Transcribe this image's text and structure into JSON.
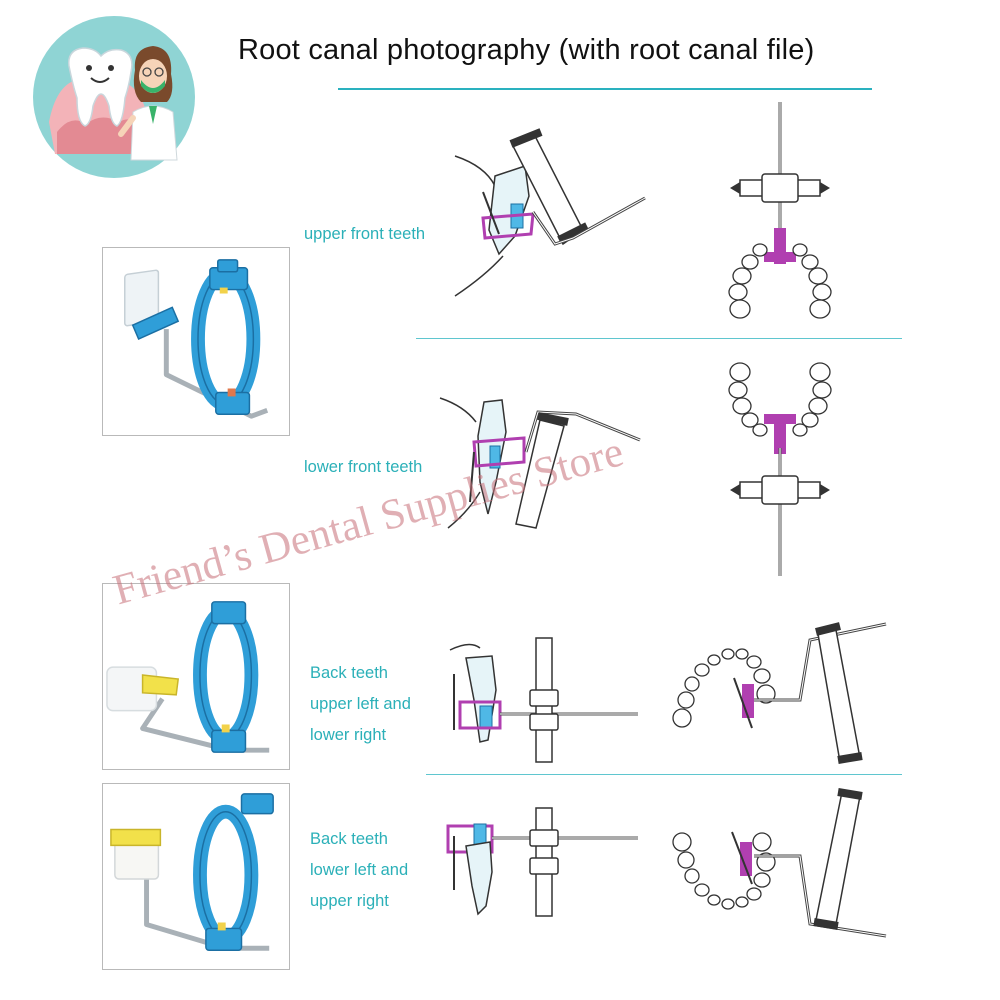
{
  "title": "Root canal photography (with root canal file)",
  "watermark": "Friend’s Dental Supplies Store",
  "colors": {
    "accent_teal": "#2ab1bf",
    "holder_blue": "#2f9ed8",
    "bite_magenta": "#b03fb0",
    "bite_yellow": "#f2e14a",
    "watermark_pink": "#c66e76"
  },
  "logo": {
    "icon": "tooth-and-dentist-logo-icon"
  },
  "rows": [
    {
      "id": "upper-front",
      "label_lines": [
        "upper front teeth"
      ]
    },
    {
      "id": "lower-front",
      "label_lines": [
        "lower front teeth"
      ]
    },
    {
      "id": "back-ul-lr",
      "label_lines": [
        "Back teeth",
        "upper left and",
        "lower right"
      ]
    },
    {
      "id": "back-ll-ur",
      "label_lines": [
        "Back teeth",
        "lower left and",
        "upper right"
      ]
    }
  ],
  "photos": [
    {
      "id": "front-holder",
      "bite_block_color": "blue",
      "icon": "blue-front-holder-photo-icon"
    },
    {
      "id": "back-holder-white",
      "bite_block_color": "white",
      "icon": "blue-back-holder-white-block-photo-icon"
    },
    {
      "id": "back-holder-yellow",
      "bite_block_color": "yellow",
      "icon": "blue-back-holder-yellow-block-photo-icon"
    }
  ]
}
